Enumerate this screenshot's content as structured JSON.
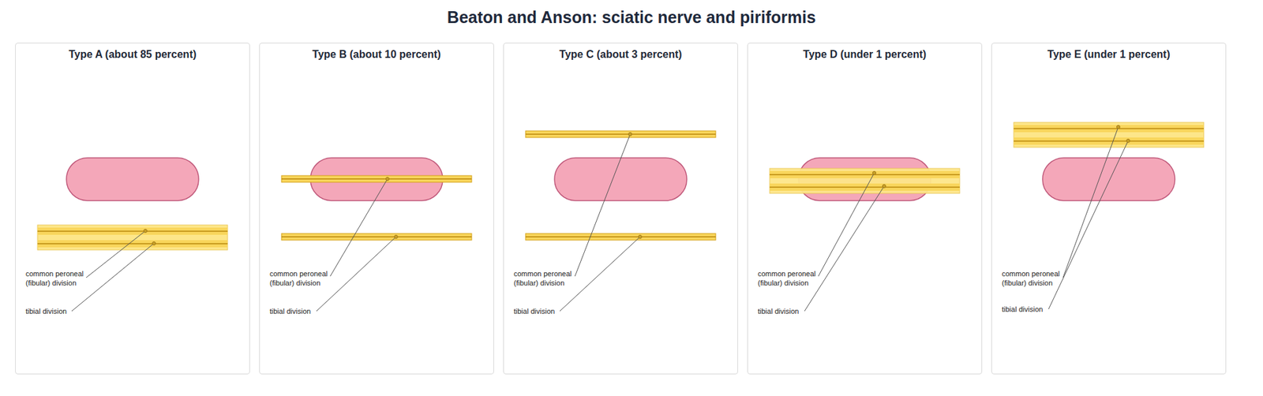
{
  "diagram": {
    "title": "Beaton and Anson: sciatic nerve and piriformis",
    "nodes": [
      {
        "text": [
          "Type A (about 85 percent)"
        ]
      },
      {
        "text": [
          "Type B (about 10 percent)"
        ]
      },
      {
        "text": [
          "Type C (about 3 percent)"
        ]
      },
      {
        "text": [
          "Type D (under 1 percent)"
        ]
      },
      {
        "text": [
          "Type E (under 1 percent)"
        ]
      }
    ],
    "labels": [
      "common peroneal (fibular) division",
      "tibial division",
      "common peroneal (fibular) division",
      "tibial division",
      "common peroneal (fibular) division",
      "tibial division",
      "common peroneal (fibular) division",
      "tibial division",
      "common peroneal (fibular) division",
      "tibial division"
    ]
  }
}
